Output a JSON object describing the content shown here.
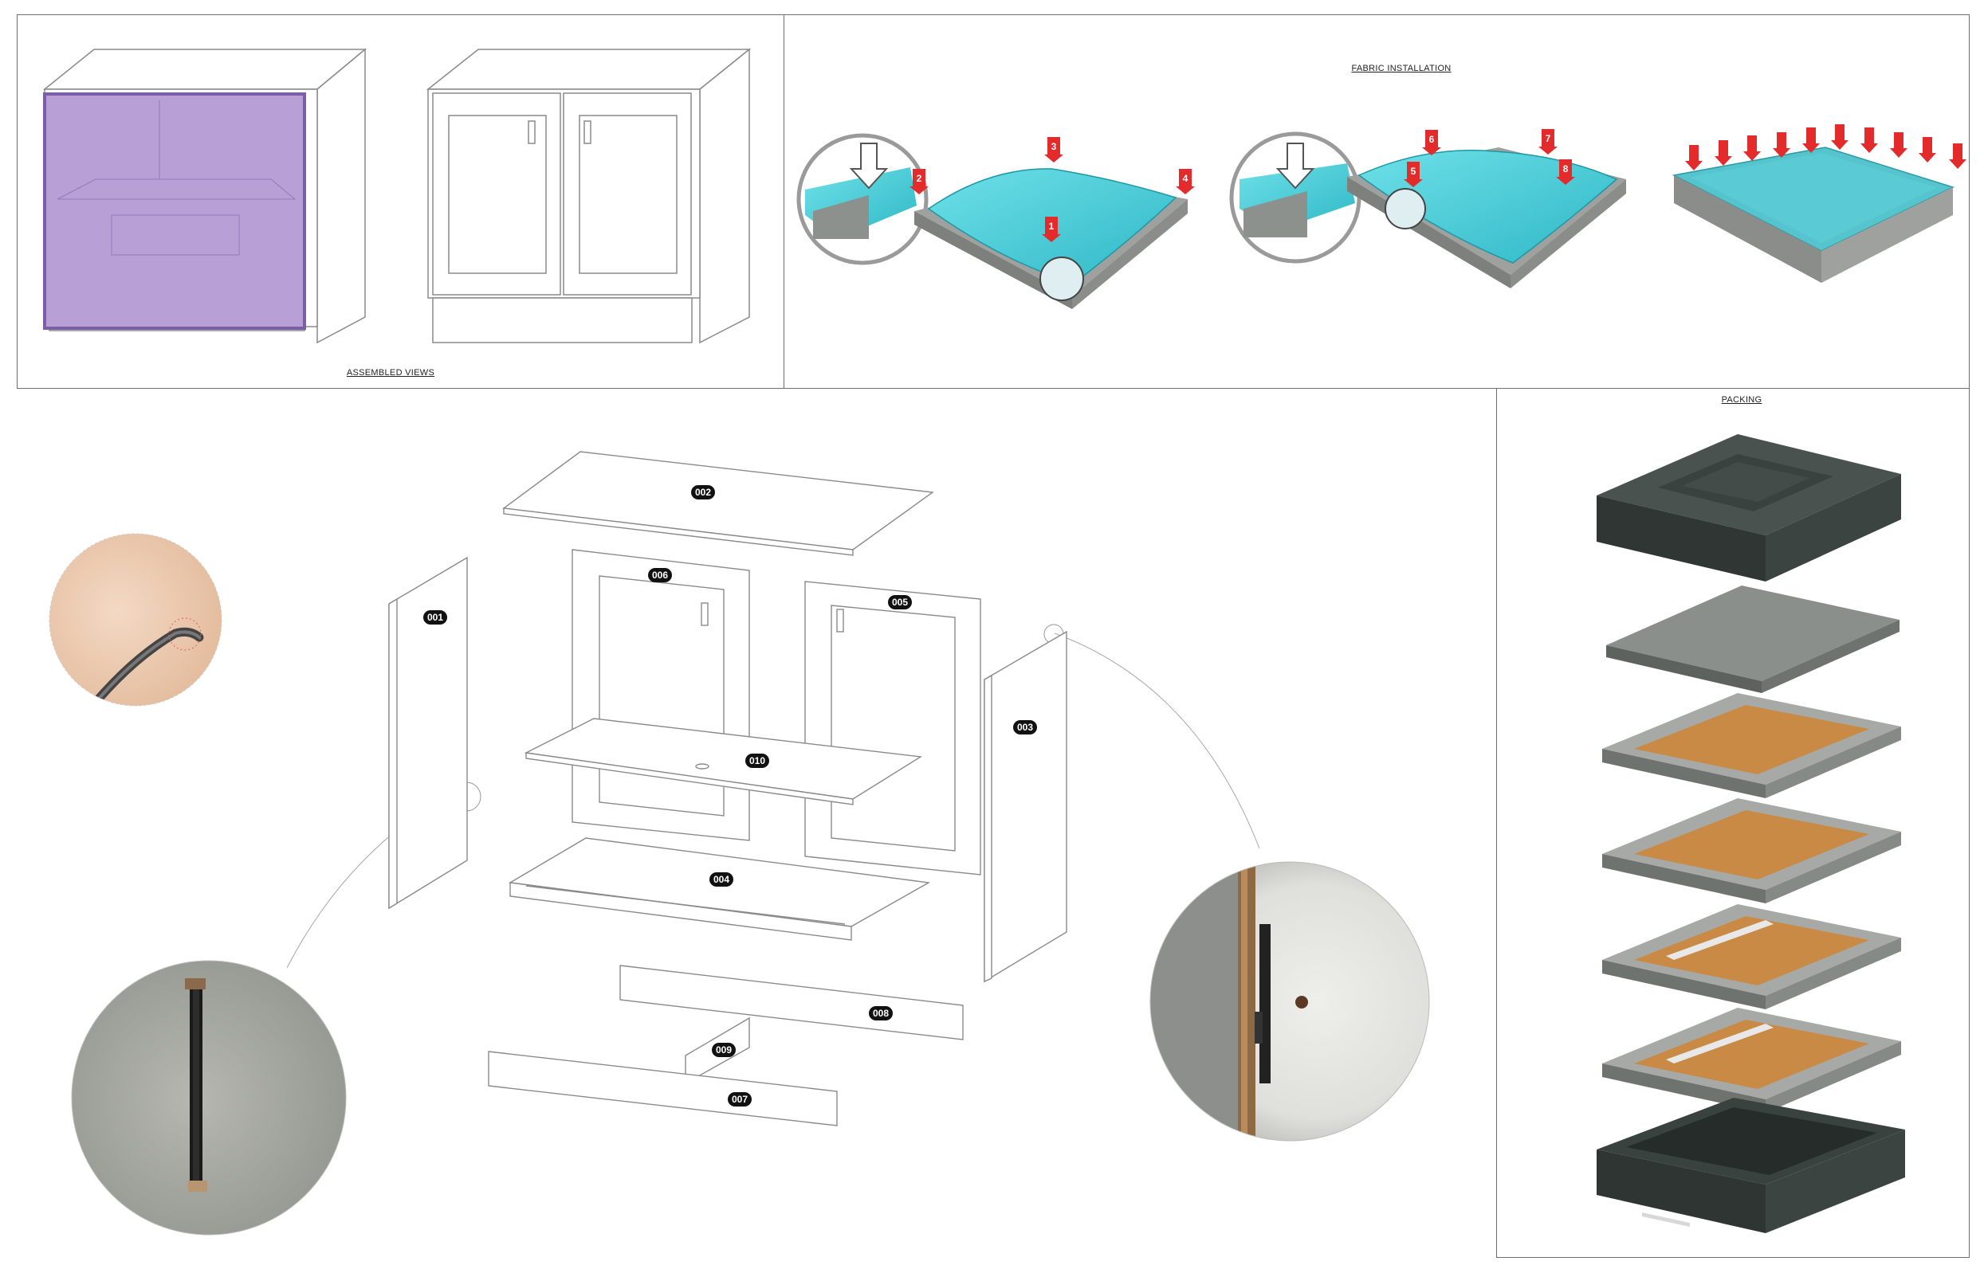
{
  "sections": {
    "assembled_title": "ASSEMBLED VIEWS",
    "fabric_title": "FABRIC INSTALLATION",
    "packing_title": "PACKING"
  },
  "fabric_steps": [
    "1",
    "2",
    "3",
    "4",
    "5",
    "6",
    "7",
    "8"
  ],
  "parts": [
    "001",
    "002",
    "003",
    "004",
    "005",
    "006",
    "007",
    "008",
    "009",
    "010"
  ],
  "colors": {
    "fabric_purple": "#b89fd6",
    "fabric_teal": "#4cc9d6",
    "arrow_red": "#e32b2b",
    "foam_dark": "#3b4340",
    "foam_grey": "#8a8f8c",
    "wood": "#c98a45",
    "frame_grey": "#a7a9a7"
  },
  "icons": [
    "fastener-photo",
    "hinge-photo",
    "edge-photo",
    "insertion-arrow-icon",
    "red-arrow-icon"
  ]
}
